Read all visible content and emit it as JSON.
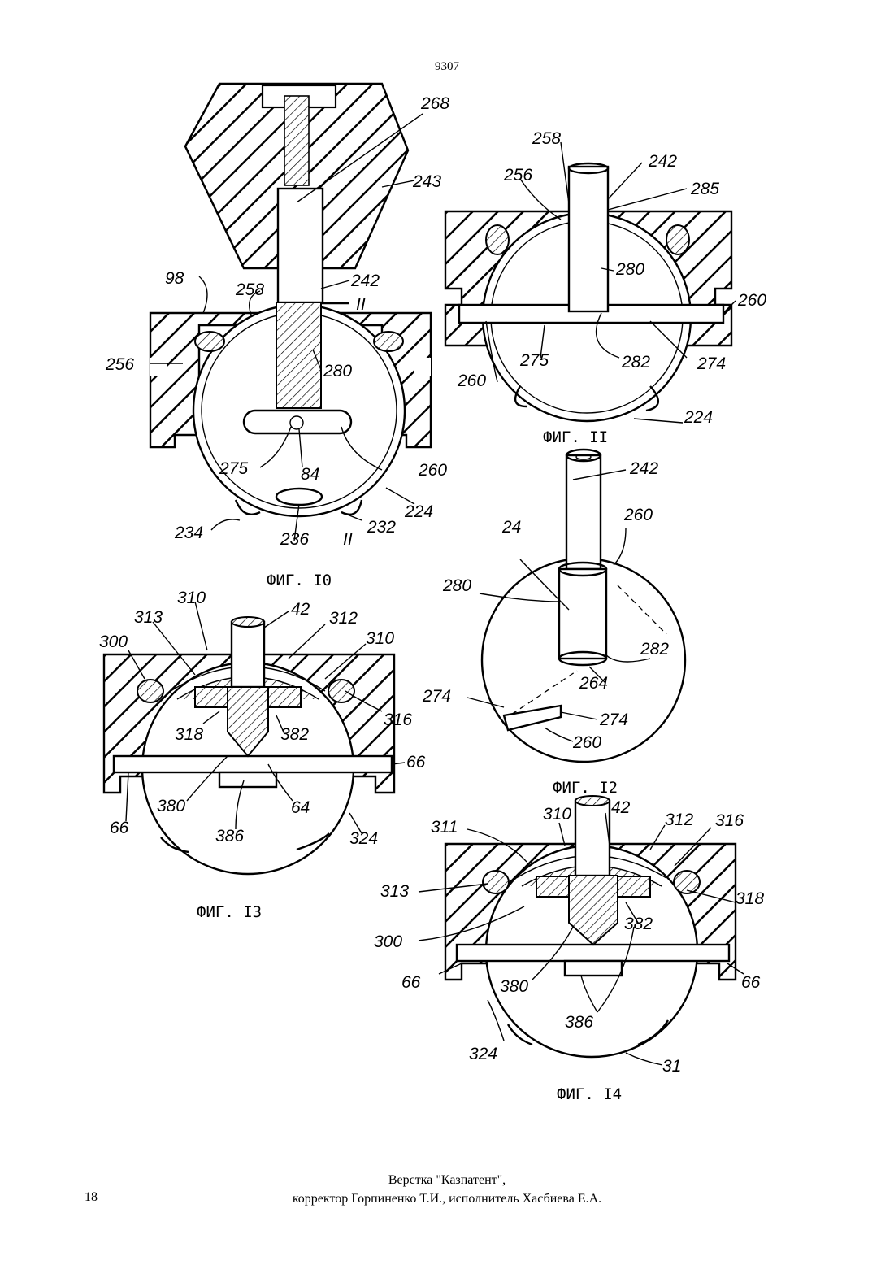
{
  "header": {
    "page_number": "9307"
  },
  "figures": {
    "fig10": {
      "caption": "ФИГ. I0",
      "labels": [
        "268",
        "243",
        "242",
        "II",
        "98",
        "258",
        "256",
        "280",
        "275",
        "84",
        "260",
        "224",
        "234",
        "236",
        "II",
        "232"
      ]
    },
    "fig11": {
      "caption": "ФИГ. II",
      "labels": [
        "258",
        "242",
        "256",
        "285",
        "280",
        "260",
        "275",
        "282",
        "274",
        "260",
        "224"
      ]
    },
    "fig12": {
      "caption": "ФИГ. I2",
      "labels": [
        "242",
        "24",
        "260",
        "280",
        "282",
        "264",
        "274",
        "274",
        "260"
      ]
    },
    "fig13": {
      "caption": "ФИГ. I3",
      "labels": [
        "310",
        "313",
        "42",
        "312",
        "300",
        "310",
        "318",
        "382",
        "316",
        "66",
        "380",
        "64",
        "66",
        "386",
        "324"
      ]
    },
    "fig14": {
      "caption": "ФИГ. I4",
      "labels": [
        "310",
        "42",
        "312",
        "316",
        "311",
        "313",
        "318",
        "382",
        "300",
        "66",
        "66",
        "380",
        "386",
        "324",
        "31"
      ]
    }
  },
  "footer": {
    "line1": "Верстка \"Казпатент\",",
    "line2": "корректор Горпиненко Т.И., исполнитель Хасбиева Е.А.",
    "sheet_number": "18"
  }
}
